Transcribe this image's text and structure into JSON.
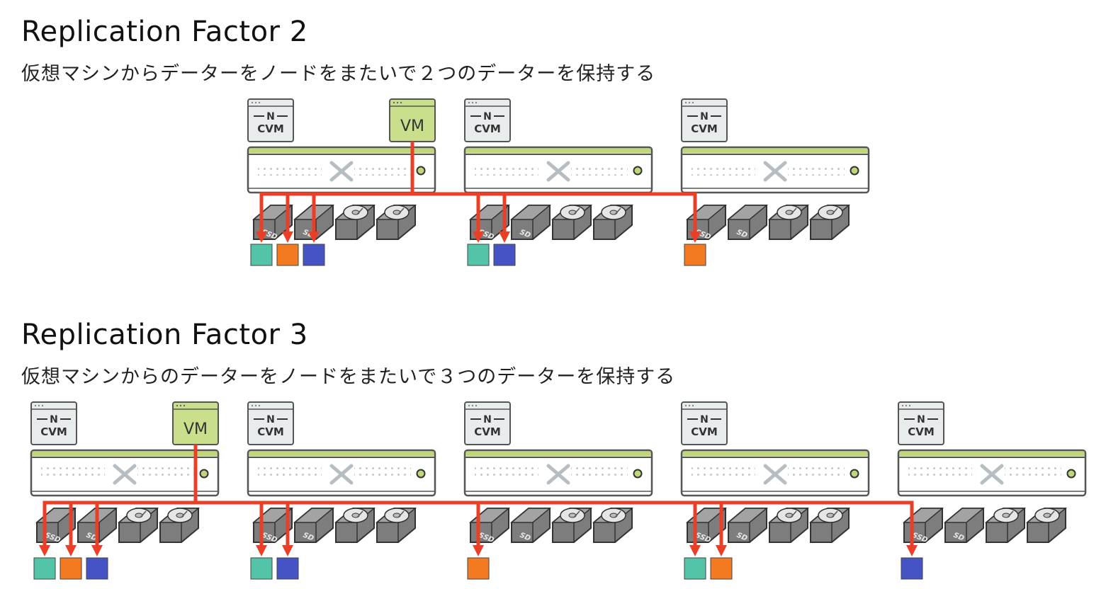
{
  "sections": [
    {
      "title": "Replication Factor 2",
      "subtitle": "仮想マシンからデーターをノードをまたいで２つのデーターを保持する",
      "nodes": [
        {
          "cvm_top": "N",
          "cvm_bottom": "CVM",
          "has_vm": true,
          "vm_label": "VM",
          "blocks": [
            "teal",
            "orange",
            "blue"
          ]
        },
        {
          "cvm_top": "N",
          "cvm_bottom": "CVM",
          "has_vm": false,
          "blocks": [
            "teal",
            "blue"
          ]
        },
        {
          "cvm_top": "N",
          "cvm_bottom": "CVM",
          "has_vm": false,
          "blocks": [
            "orange"
          ]
        }
      ]
    },
    {
      "title": "Replication Factor 3",
      "subtitle": "仮想マシンからのデーターをノードをまたいで３つのデーターを保持する",
      "nodes": [
        {
          "cvm_top": "N",
          "cvm_bottom": "CVM",
          "has_vm": true,
          "vm_label": "VM",
          "blocks": [
            "teal",
            "orange",
            "blue"
          ]
        },
        {
          "cvm_top": "N",
          "cvm_bottom": "CVM",
          "has_vm": false,
          "blocks": [
            "teal",
            "blue"
          ]
        },
        {
          "cvm_top": "N",
          "cvm_bottom": "CVM",
          "has_vm": false,
          "blocks": [
            "orange"
          ]
        },
        {
          "cvm_top": "N",
          "cvm_bottom": "CVM",
          "has_vm": false,
          "blocks": [
            "teal",
            "orange"
          ]
        },
        {
          "cvm_top": "N",
          "cvm_bottom": "CVM",
          "has_vm": false,
          "blocks": [
            "blue"
          ]
        }
      ]
    }
  ],
  "drive_labels": [
    "SSD",
    "SD"
  ],
  "colors": {
    "teal": "#54c4a8",
    "orange": "#f47a22",
    "blue": "#4553c4",
    "arrow": "#ea3f26",
    "server_accent": "#bfd67a",
    "vm_fill": "#c9df8c",
    "cvm_fill": "#e8ecec",
    "drive": "#7d7d7d"
  }
}
